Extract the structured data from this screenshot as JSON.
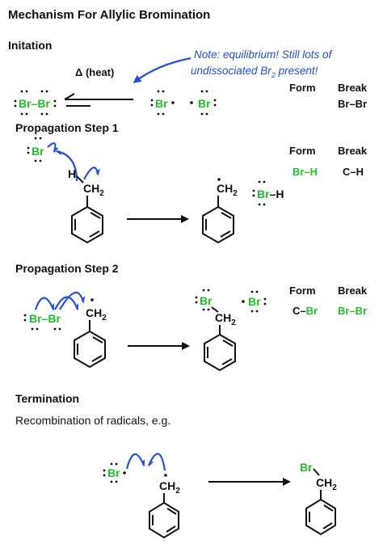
{
  "title": "Mechanism For Allylic Bromination",
  "initiation": {
    "heading": "Initation",
    "note_line1": "Note: equilibrium! Still lots of",
    "note_line2_a": "undissociated Br",
    "note_line2_sub": "2",
    "note_line2_b": " present!",
    "condition": "Δ (heat)",
    "form_label": "Form",
    "break_label": "Break",
    "break_value": "Br–Br"
  },
  "propagation1": {
    "heading": "Propagation Step 1",
    "form_label": "Form",
    "break_label": "Break",
    "form_value": "Br–H",
    "break_value": "C–H"
  },
  "propagation2": {
    "heading": "Propagation Step 2",
    "form_label": "Form",
    "break_label": "Break",
    "form_value_c": "C–",
    "form_value_br": "Br",
    "break_value": "Br–Br"
  },
  "termination": {
    "heading": "Termination",
    "description": "Recombination of radicals, e.g."
  },
  "labels": {
    "br": "Br",
    "br_br": "Br–Br",
    "h": "H",
    "ch": "CH",
    "sub2": "2",
    "dash_h": "–H",
    "dash": "–"
  },
  "colors": {
    "bromine": "#22c02a",
    "arrow": "#1f4fd6",
    "text": "#111111"
  }
}
